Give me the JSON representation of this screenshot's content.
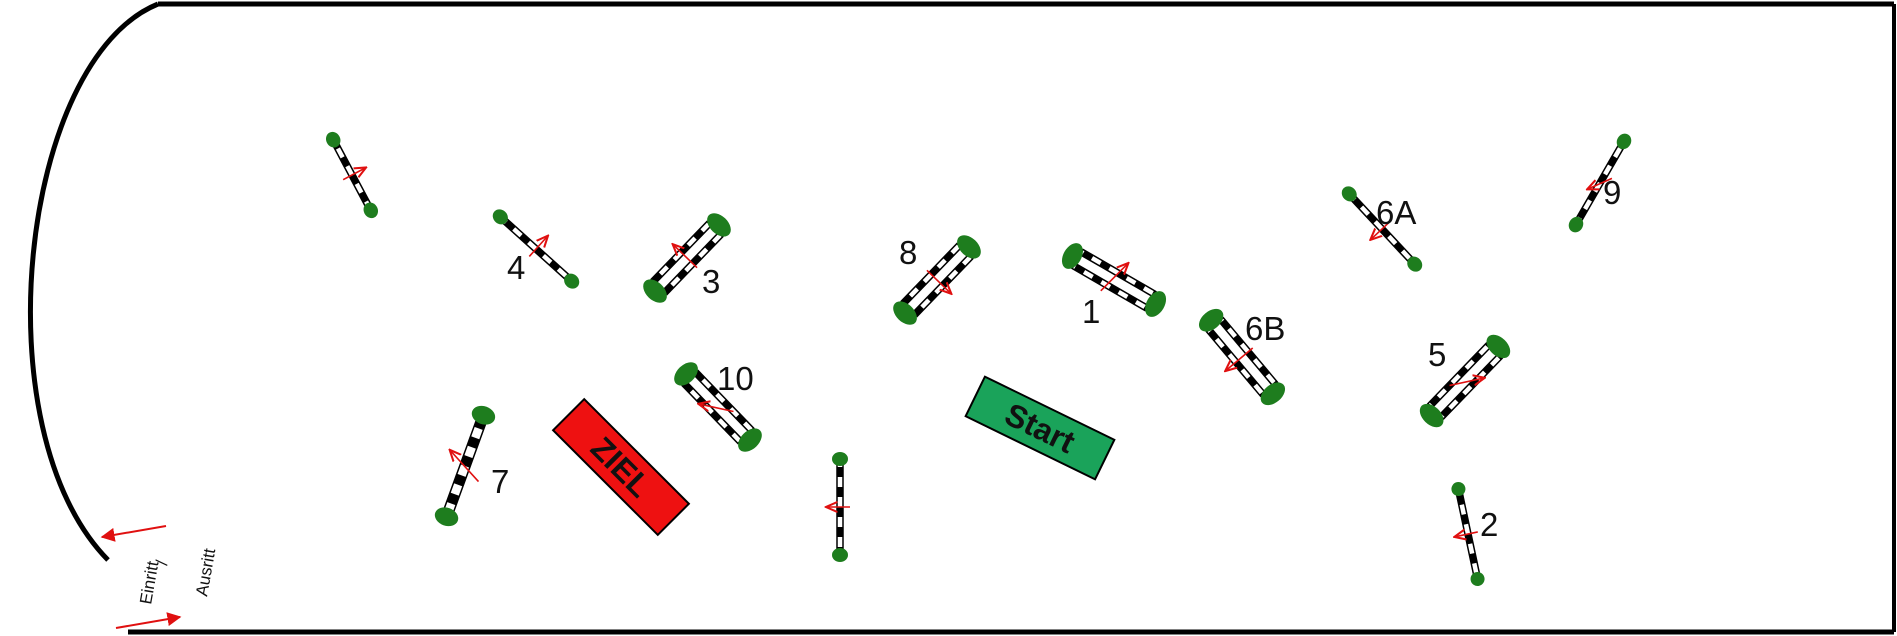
{
  "arena": {
    "entrance_label_1": "Einritt",
    "entrance_label_2": "/",
    "entrance_label_3": "Ausritt"
  },
  "zones": {
    "start_label": "Start",
    "finish_label": "ZIEL",
    "start_color": "#1aa35a",
    "finish_color": "#ee1111"
  },
  "obstacles": [
    {
      "id": "unnumbered-a",
      "label": "",
      "kind": "vertical"
    },
    {
      "id": "fence-4",
      "label": "4",
      "kind": "vertical"
    },
    {
      "id": "fence-3",
      "label": "3",
      "kind": "oxer"
    },
    {
      "id": "fence-8",
      "label": "8",
      "kind": "oxer"
    },
    {
      "id": "fence-1",
      "label": "1",
      "kind": "oxer"
    },
    {
      "id": "fence-6a",
      "label": "6A",
      "kind": "vertical"
    },
    {
      "id": "fence-9",
      "label": "9",
      "kind": "vertical"
    },
    {
      "id": "fence-6b",
      "label": "6B",
      "kind": "oxer"
    },
    {
      "id": "fence-5",
      "label": "5",
      "kind": "oxer"
    },
    {
      "id": "fence-10",
      "label": "10",
      "kind": "oxer"
    },
    {
      "id": "fence-7",
      "label": "7",
      "kind": "vertical"
    },
    {
      "id": "unnumbered-b",
      "label": "",
      "kind": "vertical"
    },
    {
      "id": "fence-2",
      "label": "2",
      "kind": "vertical"
    }
  ],
  "colors": {
    "pole_dark": "#000000",
    "pole_light": "#ffffff",
    "standard_green": "#1e7d1e",
    "direction_arrow": "#e01010",
    "outline": "#000000"
  }
}
